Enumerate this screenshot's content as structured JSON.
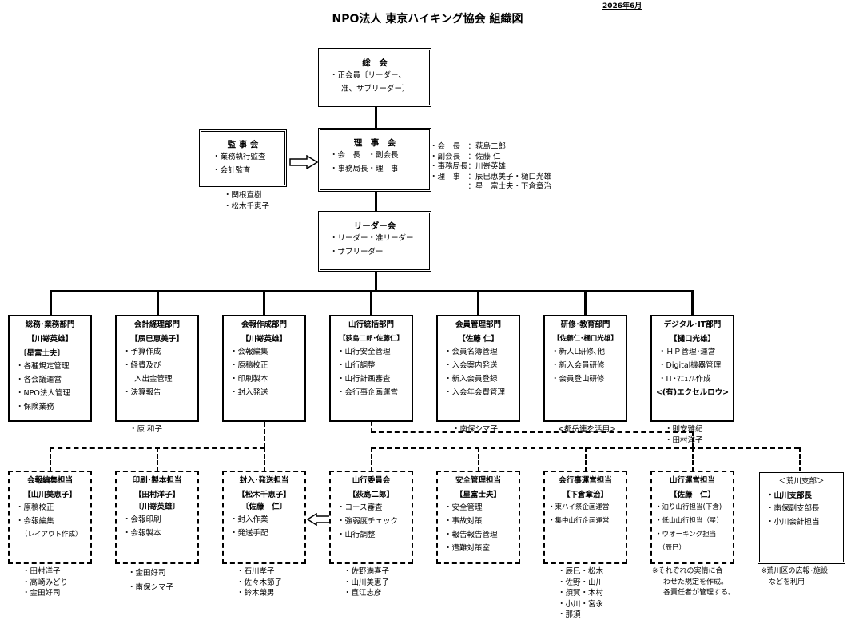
{
  "header": {
    "date": "2026年6月",
    "title": "NPO法人 東京ハイキング協会 組織図"
  },
  "general": {
    "title": "総　会",
    "lines": [
      "・正会員〔リーダー、",
      "准、サブリーダー〕"
    ]
  },
  "audit": {
    "title": "監 事 会",
    "lines": [
      "・業務執行監査",
      "・会計監査"
    ],
    "members": [
      "・関根直樹",
      "・松木千恵子"
    ]
  },
  "board": {
    "title": "理　事　会",
    "lines": [
      "・会　長　・副会長",
      "・事務局長・理　事"
    ],
    "members": [
      "・会　長　：荻島二郎",
      "・副会長　：佐藤 仁",
      "・事務局長：川嵜英雄",
      "・理　事　：辰巳恵美子・樋口光雄",
      "　　　　　：星　富士夫・下倉章治"
    ]
  },
  "leader": {
    "title": "リーダー会",
    "lines": [
      "・リーダー・准リーダー",
      "・サブリーダー"
    ]
  },
  "departments": [
    {
      "title": "総務･業務部門",
      "heads": [
        "【川嵜英雄】",
        "〔星富士夫〕"
      ],
      "lines": [
        "・各種規定管理",
        "・各会議運営",
        "・NPO法人管理",
        "・保険業務"
      ],
      "notes": []
    },
    {
      "title": "会計経理部門",
      "heads": [
        "【辰巳恵美子】"
      ],
      "lines": [
        "・予算作成",
        "・経費及び",
        "入出金管理",
        "・決算報告"
      ],
      "notes": [
        "・原 和子"
      ]
    },
    {
      "title": "会報作成部門",
      "heads": [
        "【川嵜英雄】"
      ],
      "lines": [
        "・会報編集",
        "・原稿校正",
        "・印刷製本",
        "・封入発送"
      ],
      "notes": []
    },
    {
      "title": "山行統括部門",
      "heads": [
        "【荻島二郎･佐藤仁】"
      ],
      "lines": [
        "・山行安全管理",
        "・山行調整",
        "・山行計画審査",
        "・会行事企画運営"
      ],
      "notes": []
    },
    {
      "title": "会員管理部門",
      "heads": [
        "【佐藤 仁】"
      ],
      "lines": [
        "・会員名簿管理",
        "・入会案内発送",
        "・新入会員登録",
        "・入会年会費管理"
      ],
      "notes": [
        "・南保シマ子"
      ]
    },
    {
      "title": "研修･教育部門",
      "heads": [
        "【佐藤仁･樋口光雄】"
      ],
      "lines": [
        "・新人L研修､他",
        "・新入会員研修",
        "・会員登山研修"
      ],
      "notes": [
        "<都岳連を活用>"
      ]
    },
    {
      "title": "デジタル･IT部門",
      "heads": [
        "【樋口光雄】"
      ],
      "lines": [
        "・ＨＰ管理･運営",
        "・Digital機器管理",
        "・IT･ﾏﾆｭｱﾙ作成",
        "<(有)エクセルロウ>"
      ],
      "notes": [
        "・則安雅紀",
        "・田村洋子"
      ]
    }
  ],
  "sections": [
    {
      "title": "会報編集担当",
      "heads": [
        "【山川美恵子】"
      ],
      "lines": [
        "・原稿校正",
        "・会報編集",
        "（レイアウト作成）"
      ],
      "notes": [
        "・田村洋子",
        "・高崎みどり",
        "・金田好司"
      ]
    },
    {
      "title": "印刷･製本担当",
      "heads": [
        "【田村洋子】",
        "〔川嵜英雄〕"
      ],
      "lines": [
        "・会報印刷",
        "・会報製本"
      ],
      "notes": [
        "・金田好司",
        "・南保シマ子"
      ]
    },
    {
      "title": "封入･発送担当",
      "heads": [
        "【松木千恵子】",
        "〔佐藤　仁〕"
      ],
      "lines": [
        "・封入作業",
        "・発送手配"
      ],
      "notes": [
        "・石川孝子",
        "・佐々木節子",
        "・鈴木榮男"
      ]
    },
    {
      "title": "山行委員会",
      "heads": [
        "【荻島二郎】"
      ],
      "lines": [
        "・コース審査",
        "・強弱度チェック",
        "・山行調整"
      ],
      "notes": [
        "・佐野満喜子",
        "・山川美恵子",
        "・直江志彦"
      ]
    },
    {
      "title": "安全管理担当",
      "heads": [
        "【星富士夫】"
      ],
      "lines": [
        "・安全管理",
        "・事故対策",
        "・報告報告管理",
        "・遭難対策室"
      ],
      "notes": []
    },
    {
      "title": "会行事運営担当",
      "heads": [
        "【下倉章治】"
      ],
      "lines": [
        "・東ハイ祭企画運営",
        "・集中山行企画運営"
      ],
      "notes": [
        "・辰巳・松木",
        "・佐野・山川",
        "・須賀・木村",
        "・小川・宮永",
        "・那須"
      ]
    },
    {
      "title": "山行運営担当",
      "heads": [
        "【佐藤　仁】"
      ],
      "lines": [
        "・泊り山行担当(下倉)",
        "・低山山行担当（星）",
        "・ウオーキング担当",
        "（辰巳）"
      ],
      "notes": [
        "※それぞれの実情に合",
        "わせた規定を作成。",
        "各責任者が管理する。"
      ]
    },
    {
      "title": "＜荒川支部＞",
      "heads": [
        "・山川支部長"
      ],
      "lines": [
        "・南保副支部長",
        "・小川会計担当"
      ],
      "notes": [
        "※荒川区の広報･施設",
        "などを利用"
      ]
    }
  ]
}
